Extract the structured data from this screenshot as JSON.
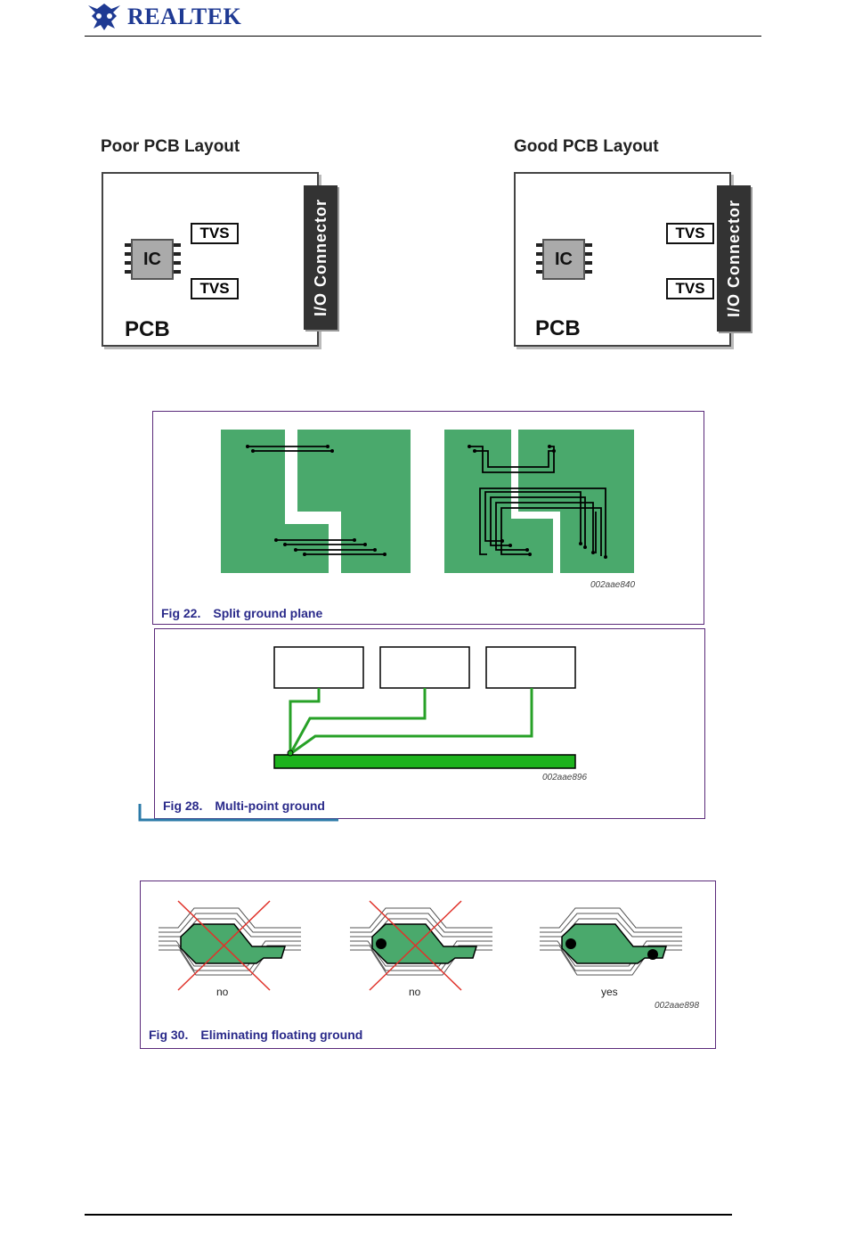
{
  "header": {
    "brand": "Realtek",
    "brand_display": "REALTEK"
  },
  "pcb_compare": {
    "poor": {
      "title": "Poor PCB Layout",
      "ic": "IC",
      "tvs": [
        "TVS",
        "TVS"
      ],
      "pcb": "PCB",
      "connector": "I/O Connector"
    },
    "good": {
      "title": "Good PCB Layout",
      "ic": "IC",
      "tvs": [
        "TVS",
        "TVS"
      ],
      "pcb": "PCB",
      "connector": "I/O Connector"
    }
  },
  "fig22": {
    "number": "Fig 22.",
    "title": "Split ground plane",
    "code": "002aae840"
  },
  "fig28": {
    "number": "Fig 28.",
    "title": "Multi-point ground",
    "code": "002aae896"
  },
  "fig30": {
    "number": "Fig 30.",
    "title": "Eliminating floating ground",
    "code": "002aae898",
    "labels": [
      "no",
      "no",
      "yes"
    ]
  },
  "colors": {
    "brand": "#1f3a93",
    "pcb_green": "#4aa96c",
    "trace_green": "#27a127",
    "frame": "#5a2a7a",
    "cross": "#e0322a"
  }
}
